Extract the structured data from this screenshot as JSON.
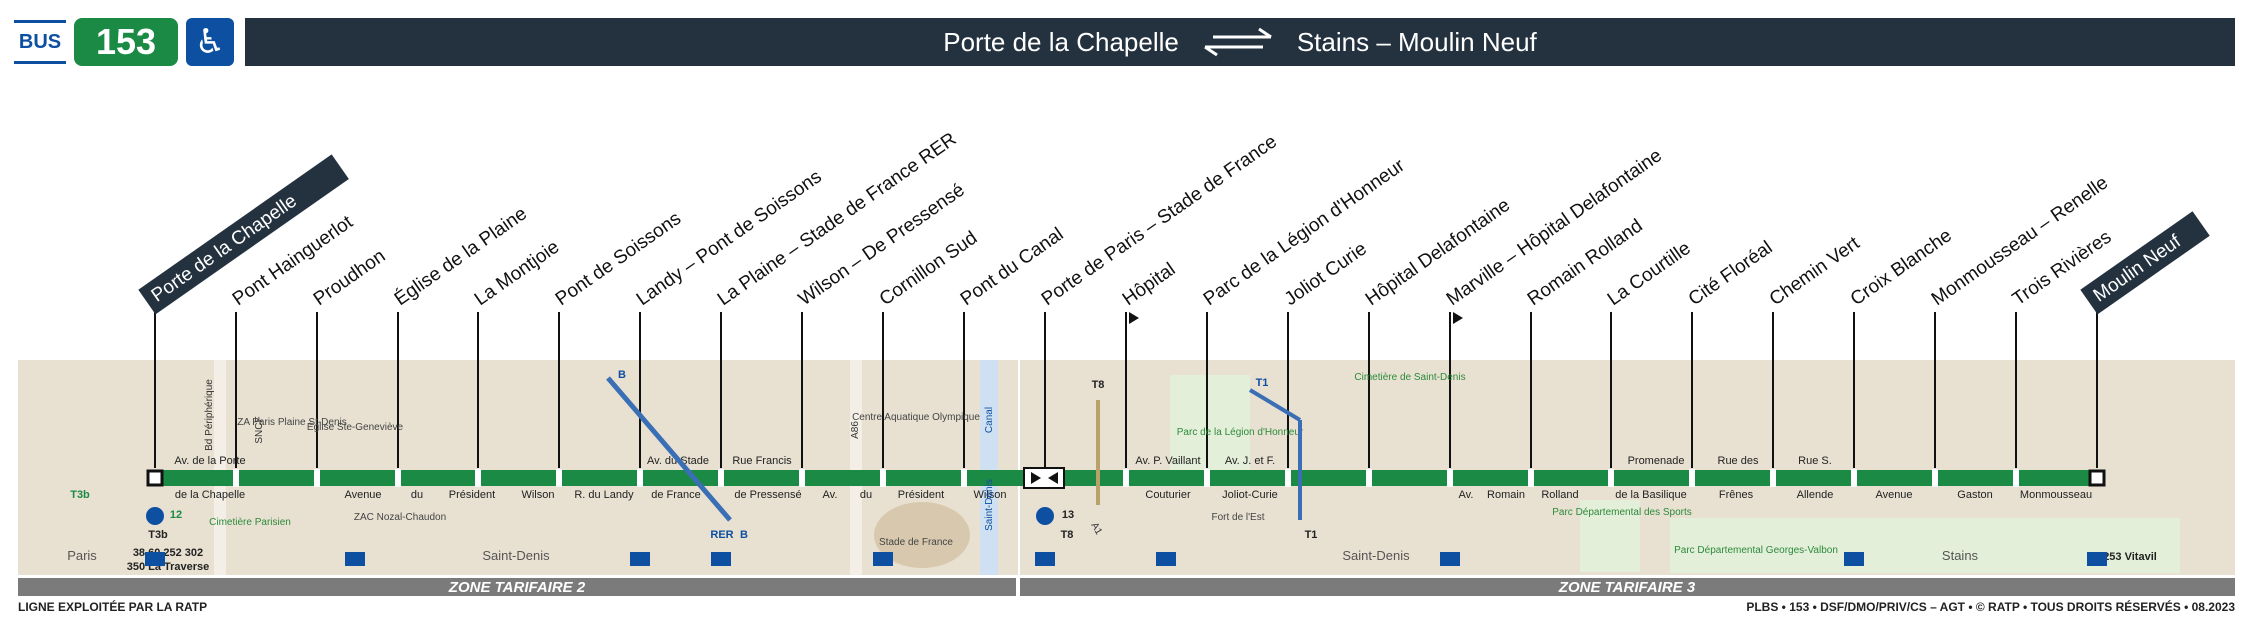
{
  "header": {
    "mode": "BUS",
    "line_number": "153",
    "accessibility_icon": "wheelchair-icon",
    "origin": "Porte de la Chapelle",
    "direction_icon": "two-way-arrow-icon",
    "destination": "Stains – Moulin Neuf"
  },
  "stops": [
    {
      "name": "Porte de la Chapelle",
      "terminus": true
    },
    {
      "name": "Pont Hainguerlot"
    },
    {
      "name": "Proudhon"
    },
    {
      "name": "Église de la Plaine"
    },
    {
      "name": "La Montjoie"
    },
    {
      "name": "Pont de Soissons"
    },
    {
      "name": "Landy – Pont de Soissons"
    },
    {
      "name": "La Plaine – Stade de France RER"
    },
    {
      "name": "Wilson – De Pressensé"
    },
    {
      "name": "Cornillon Sud"
    },
    {
      "name": "Pont du Canal"
    },
    {
      "name": "Porte de Paris – Stade de France"
    },
    {
      "name": "Hôpital",
      "one_way": true
    },
    {
      "name": "Parc de la Légion d'Honneur"
    },
    {
      "name": "Joliot Curie"
    },
    {
      "name": "Hôpital Delafontaine"
    },
    {
      "name": "Marville – Hôpital Delafontaine",
      "one_way": true
    },
    {
      "name": "Romain Rolland"
    },
    {
      "name": "La Courtille"
    },
    {
      "name": "Cité Floréal"
    },
    {
      "name": "Chemin Vert"
    },
    {
      "name": "Croix Blanche"
    },
    {
      "name": "Monmousseau – Renelle"
    },
    {
      "name": "Trois Rivières"
    },
    {
      "name": "Moulin Neuf",
      "terminus": true
    }
  ],
  "streets_top": [
    {
      "text": "Av. de la Porte"
    },
    {
      "text": "Av. du Stade"
    },
    {
      "text": "Rue Francis"
    },
    {
      "text": "Av. P. Vaillant"
    },
    {
      "text": "Av. J. et F."
    },
    {
      "text": "Promenade"
    },
    {
      "text": "Rue des"
    },
    {
      "text": "Rue S."
    }
  ],
  "streets_bottom": [
    {
      "text": "de la Chapelle"
    },
    {
      "text": "Avenue"
    },
    {
      "text": "du"
    },
    {
      "text": "Président"
    },
    {
      "text": "Wilson"
    },
    {
      "text": "R. du Landy"
    },
    {
      "text": "de France"
    },
    {
      "text": "de Pressensé"
    },
    {
      "text": "Av."
    },
    {
      "text": "du"
    },
    {
      "text": "Président"
    },
    {
      "text": "Wilson"
    },
    {
      "text": "Couturier"
    },
    {
      "text": "Joliot-Curie"
    },
    {
      "text": "Av."
    },
    {
      "text": "Romain"
    },
    {
      "text": "Rolland"
    },
    {
      "text": "de la Basilique"
    },
    {
      "text": "Frênes"
    },
    {
      "text": "Allende"
    },
    {
      "text": "Avenue"
    },
    {
      "text": "Gaston"
    },
    {
      "text": "Monmousseau"
    }
  ],
  "places": [
    {
      "text": "Bd Périphérique"
    },
    {
      "text": "SNCF"
    },
    {
      "text": "ZA Paris Plaine St-Denis"
    },
    {
      "text": "Église Ste-Geneviève"
    },
    {
      "text": "ZAC Nozal-Chaudon"
    },
    {
      "text": "Cimetière Parisien"
    },
    {
      "text": "Paris"
    },
    {
      "text": "Saint-Denis"
    },
    {
      "text": "A86"
    },
    {
      "text": "Centre Aquatique Olympique"
    },
    {
      "text": "Canal"
    },
    {
      "text": "Saint-Denis"
    },
    {
      "text": "Stade de France"
    },
    {
      "text": "A1"
    },
    {
      "text": "Parc de la Légion d'Honneur"
    },
    {
      "text": "Fort de l'Est"
    },
    {
      "text": "Cimetière de Saint-Denis"
    },
    {
      "text": "Saint-Denis"
    },
    {
      "text": "Parc Départemental des Sports"
    },
    {
      "text": "Parc Départemental Georges-Valbon"
    },
    {
      "text": "Stains"
    }
  ],
  "connections": [
    {
      "text": "T3b"
    },
    {
      "text": "12"
    },
    {
      "text": "T3b"
    },
    {
      "text": "38 60 252 302"
    },
    {
      "text": "350 La Traverse"
    },
    {
      "text": "B"
    },
    {
      "text": "RER"
    },
    {
      "text": "B"
    },
    {
      "text": "13"
    },
    {
      "text": "T8"
    },
    {
      "text": "T8"
    },
    {
      "text": "T1"
    },
    {
      "text": "T1"
    },
    {
      "text": "253 Vitavil"
    }
  ],
  "zones": [
    {
      "label": "ZONE TARIFAIRE 2"
    },
    {
      "label": "ZONE TARIFAIRE 3"
    }
  ],
  "footer": {
    "operator": "LIGNE EXPLOITÉE PAR LA RATP",
    "credits": "PLBS • 153 • DSF/DMO/PRIV/CS – AGT • © RATP • TOUS DROITS RÉSERVÉS • 08.2023"
  },
  "colors": {
    "line": "#1b8a45",
    "header_bg": "#243240",
    "bus_blue": "#0d4fa0",
    "map_bg": "#e8e1d2",
    "green_space": "#e4efd9",
    "zone_bar": "#7b7b7b"
  }
}
